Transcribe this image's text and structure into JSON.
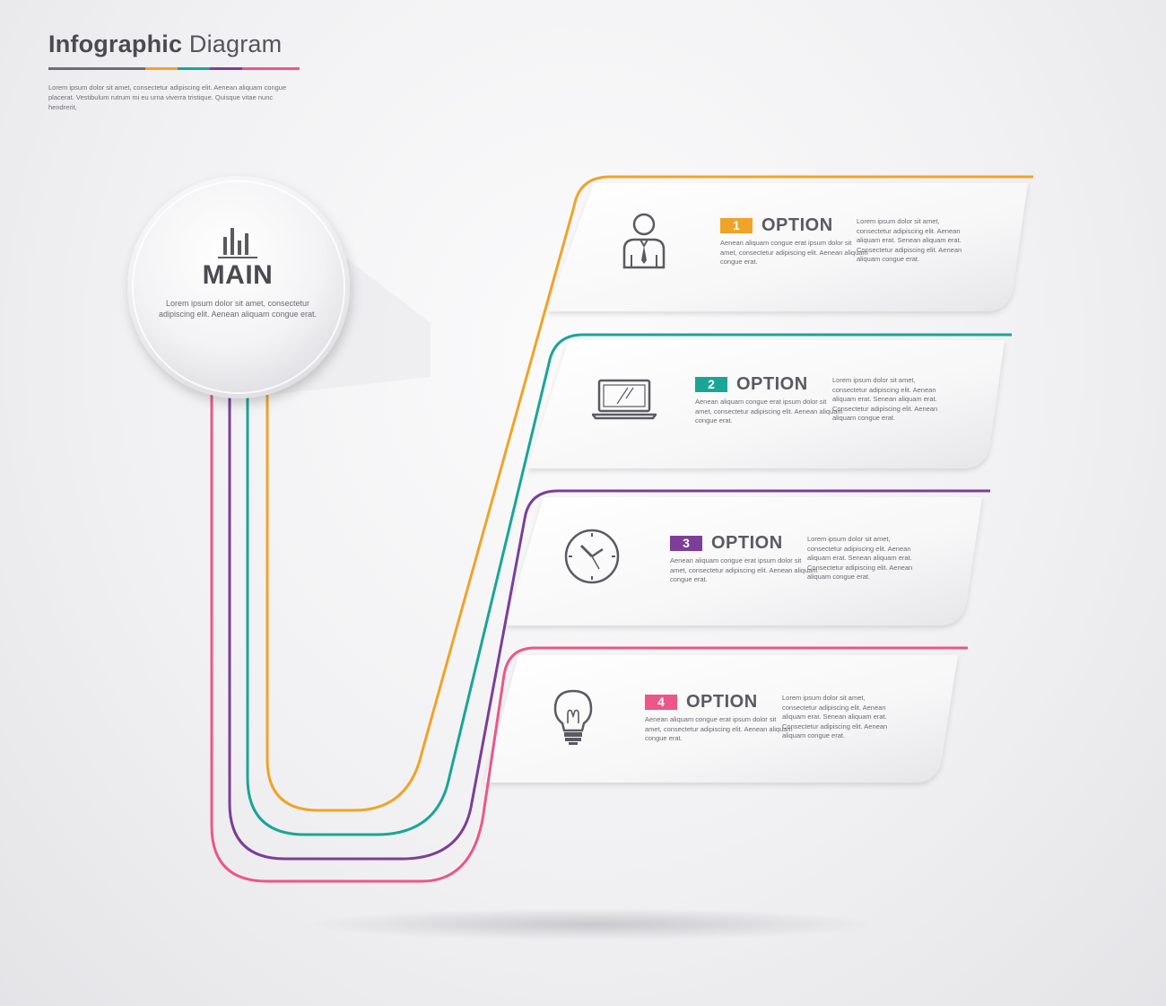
{
  "header": {
    "title_bold": "Infographic",
    "title_light": "Diagram",
    "description": "Lorem ipsum dolor sit amet, consectetur adipiscing elit. Aenean aliquam congue placerat. Vestibulum rutrum mi eu urna viverra tristique. Quisque vitae nunc hendrerit,"
  },
  "colors": {
    "orange": "#f0a329",
    "teal": "#1aa597",
    "purple": "#7c3e98",
    "pink": "#ec5689",
    "dark": "#5a5a60"
  },
  "main": {
    "title": "MAIN",
    "description": "Lorem ipsum dolor sit amet, consectetur adipiscing elit. Aenean aliquam congue erat."
  },
  "options": [
    {
      "number": "1",
      "title": "OPTION",
      "icon": "person-icon",
      "desc_short": "Aenean aliquam congue erat ipsum dolor sit amet, consectetur adipiscing elit. Aenean aliquam congue erat.",
      "desc_long": "Lorem ipsum dolor sit amet, consectetur adipiscing elit. Aenean aliquam erat. Senean aliquam erat. Consectetur adipiscing elit. Aenean aliquam congue erat."
    },
    {
      "number": "2",
      "title": "OPTION",
      "icon": "laptop-icon",
      "desc_short": "Aenean aliquam congue erat ipsum dolor sit amet, consectetur adipiscing elit. Aenean aliquam congue erat.",
      "desc_long": "Lorem ipsum dolor sit amet, consectetur adipiscing elit. Aenean aliquam erat. Senean aliquam erat. Consectetur adipiscing elit. Aenean aliquam congue erat."
    },
    {
      "number": "3",
      "title": "OPTION",
      "icon": "clock-icon",
      "desc_short": "Aenean aliquam congue erat ipsum dolor sit amet, consectetur adipiscing elit. Aenean aliquam congue erat.",
      "desc_long": "Lorem ipsum dolor sit amet, consectetur adipiscing elit. Aenean aliquam erat. Senean aliquam erat. Consectetur adipiscing elit. Aenean aliquam congue erat."
    },
    {
      "number": "4",
      "title": "OPTION",
      "icon": "lightbulb-icon",
      "desc_short": "Aenean aliquam congue erat ipsum dolor sit amet, consectetur adipiscing elit. Aenean aliquam congue erat.",
      "desc_long": "Lorem ipsum dolor sit amet, consectetur adipiscing elit. Aenean aliquam erat. Senean aliquam erat. Consectetur adipiscing elit. Aenean aliquam congue erat."
    }
  ]
}
